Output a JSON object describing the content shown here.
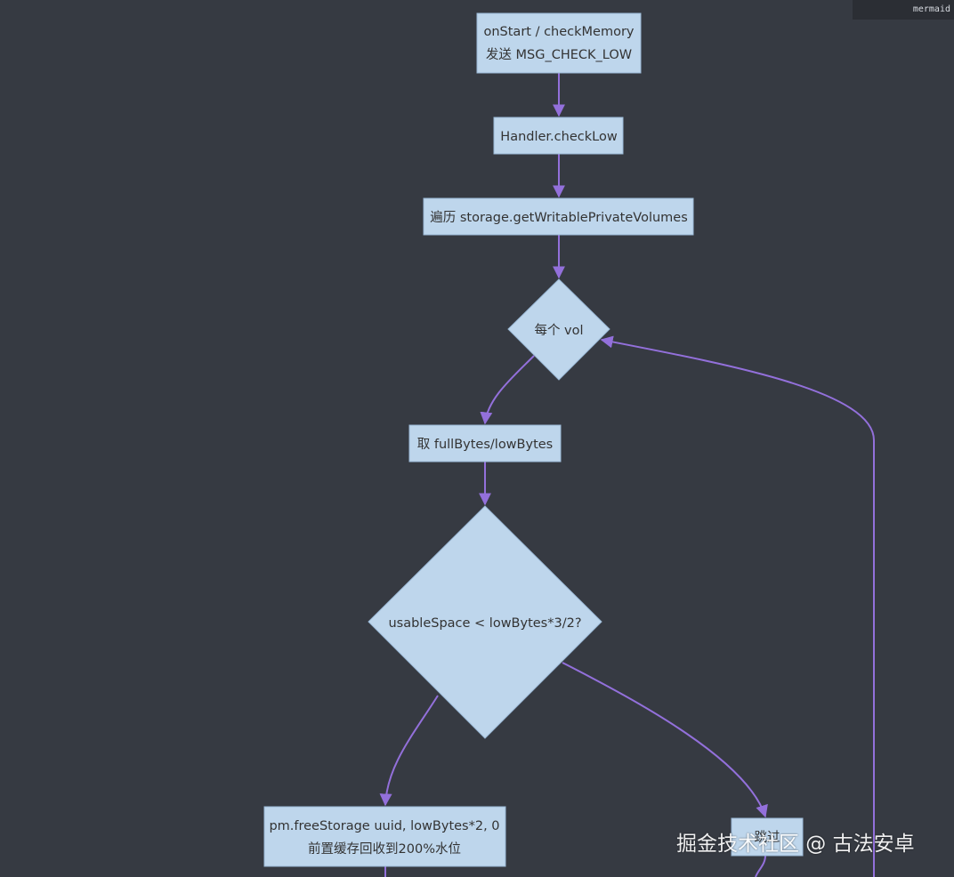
{
  "badge": "mermaid",
  "nodes": {
    "start_line1": "onStart / checkMemory",
    "start_line2": "发送 MSG_CHECK_LOW",
    "handler": "Handler.checkLow",
    "iterate": "遍历 storage.getWritablePrivateVolumes",
    "each_vol": "每个 vol",
    "get_bytes": "取 fullBytes/lowBytes",
    "decision": "usableSpace < lowBytes*3/2?",
    "free_line1": "pm.freeStorage uuid, lowBytes*2, 0",
    "free_line2": "前置缓存回收到200%水位",
    "skip": "跳过"
  },
  "watermark": "掘金技术社区 @ 古法安卓",
  "colors": {
    "background": "#363a42",
    "node_fill": "#bed6ec",
    "edge": "#9370db"
  }
}
